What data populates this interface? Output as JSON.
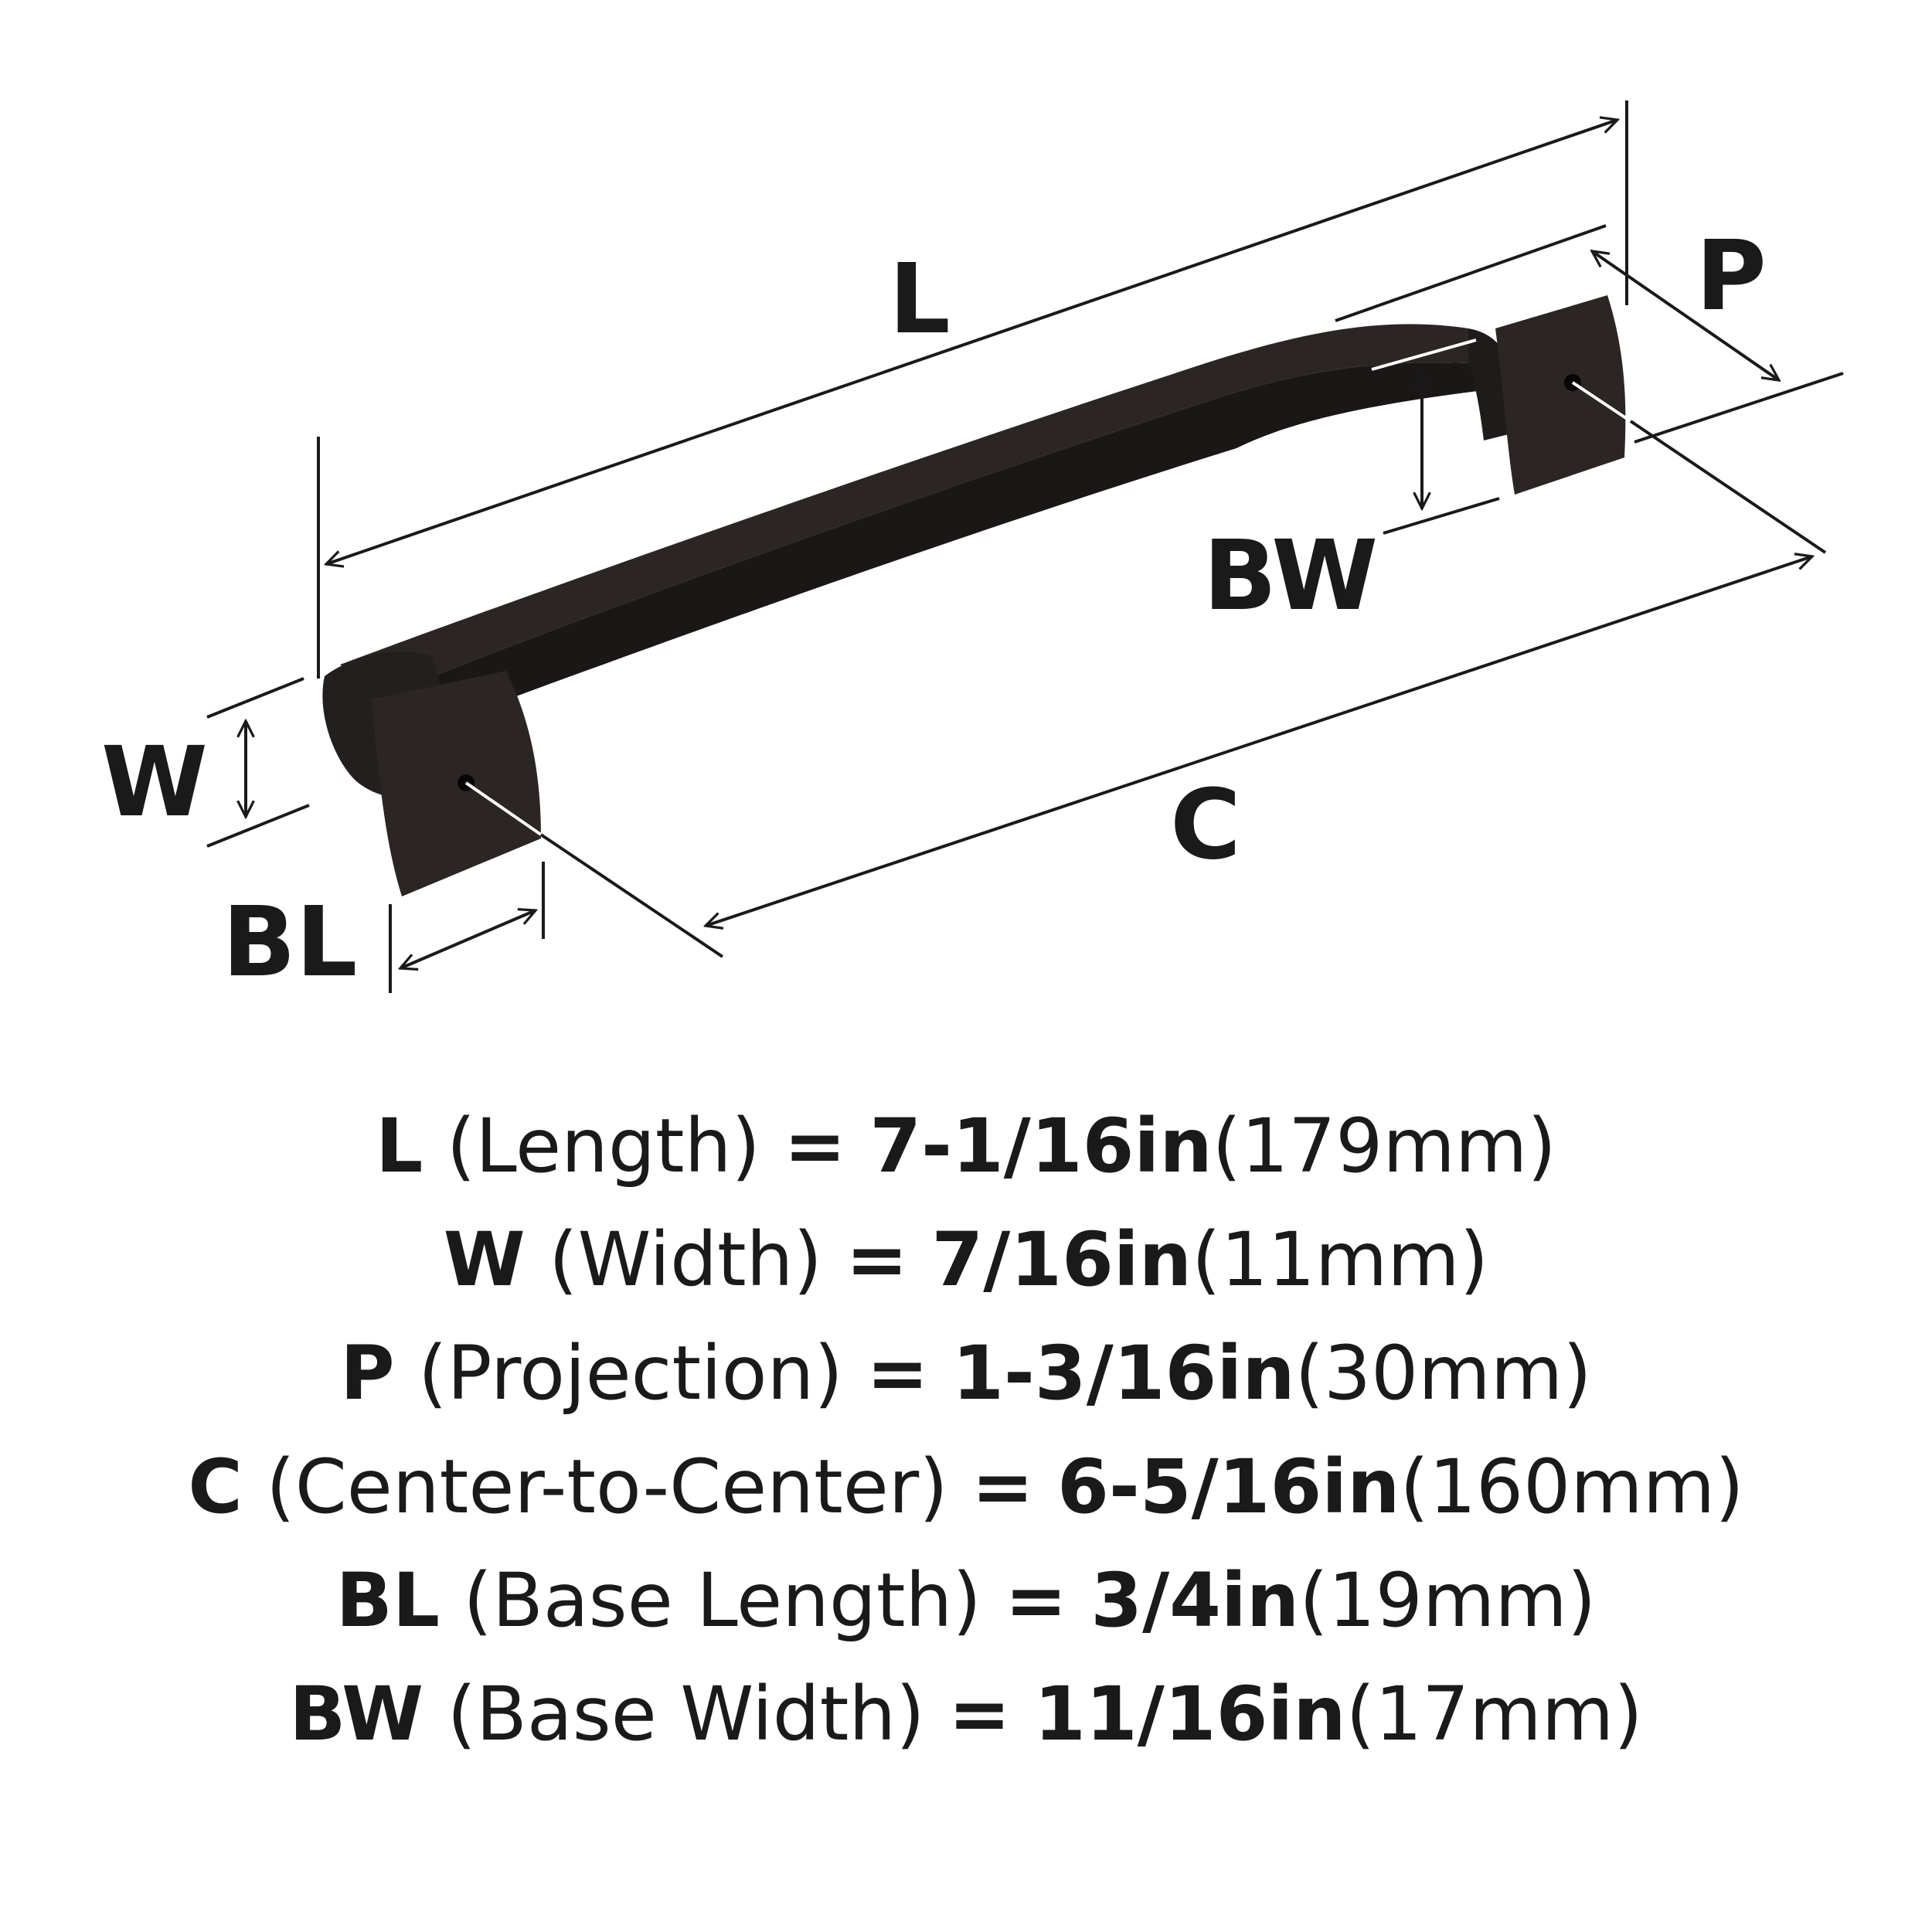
{
  "diagram": {
    "colors": {
      "line": "#1a1a1a",
      "handle": "#2b2624",
      "handle_dark": "#1b1716",
      "background": "#ffffff"
    },
    "labels": {
      "L": "L",
      "W": "W",
      "P": "P",
      "C": "C",
      "BL": "BL",
      "BW": "BW"
    }
  },
  "specs": [
    {
      "code": "L",
      "name": "(Length)",
      "eq": "=",
      "imperial": "7-1/16in",
      "metric": "(179mm)"
    },
    {
      "code": "W",
      "name": "(Width)",
      "eq": "=",
      "imperial": "7/16in",
      "metric": "(11mm)"
    },
    {
      "code": "P",
      "name": "(Projection)",
      "eq": "=",
      "imperial": "1-3/16in",
      "metric": "(30mm)"
    },
    {
      "code": "C",
      "name": "(Center-to-Center)",
      "eq": "=",
      "imperial": "6-5/16in",
      "metric": "(160mm)"
    },
    {
      "code": "BL",
      "name": "(Base Length)",
      "eq": "=",
      "imperial": "3/4in",
      "metric": "(19mm)"
    },
    {
      "code": "BW",
      "name": "(Base Width)",
      "eq": "=",
      "imperial": "11/16in",
      "metric": "(17mm)"
    }
  ]
}
